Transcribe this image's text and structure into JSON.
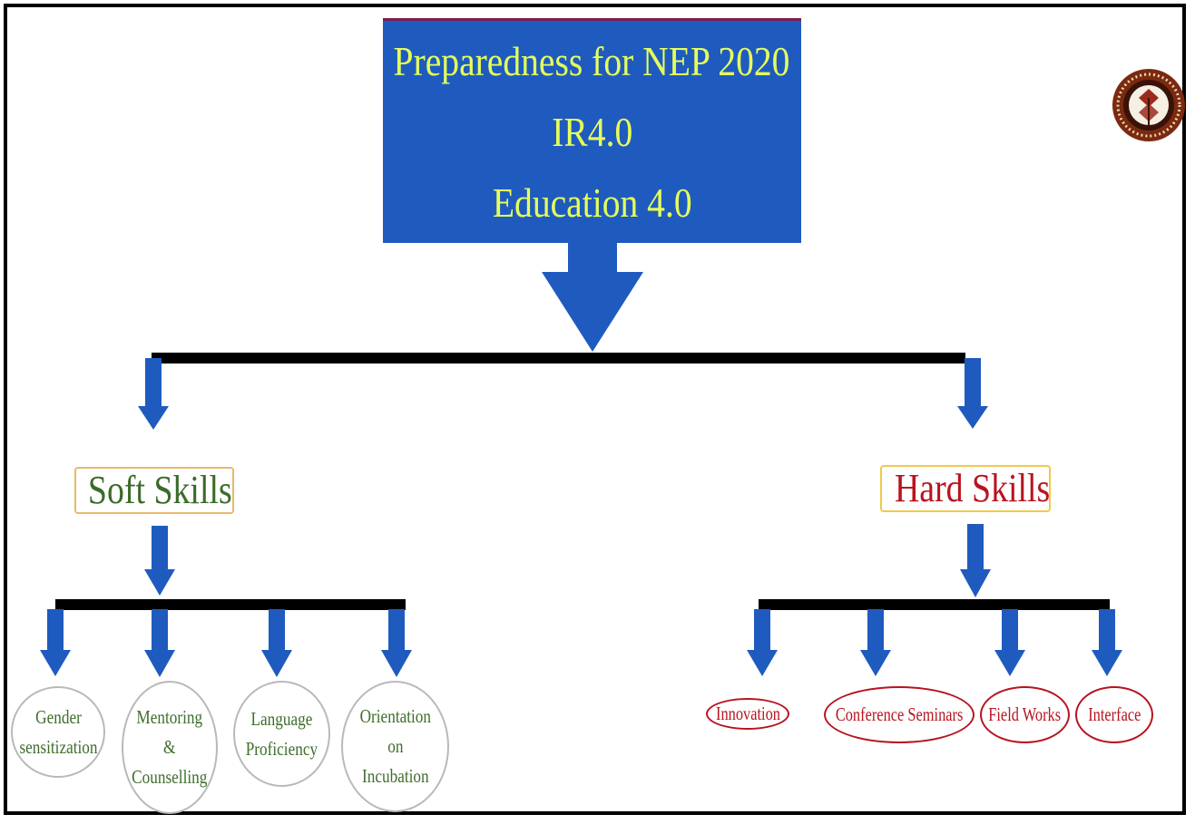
{
  "title": {
    "lines": [
      "Preparedness for NEP 2020",
      "IR4.0",
      "Education 4.0"
    ]
  },
  "branches": {
    "soft": {
      "label": "Soft Skills",
      "items": [
        "Gender\nsensitization",
        "Mentoring\n&\nCounselling",
        "Language\nProficiency",
        "Orientation\non\nIncubation"
      ]
    },
    "hard": {
      "label": "Hard Skills",
      "items": [
        "Innovation",
        "Conference Seminars",
        "Field Works",
        "Interface"
      ]
    }
  },
  "colors": {
    "title_box": "#1f5bbf",
    "title_text": "#e6ff5a",
    "arrow": "#1f5bbf",
    "connector": "#000000",
    "soft_text": "#3b6b2a",
    "hard_text": "#b8141f"
  },
  "icons": {
    "logo": "university-emblem-icon"
  }
}
